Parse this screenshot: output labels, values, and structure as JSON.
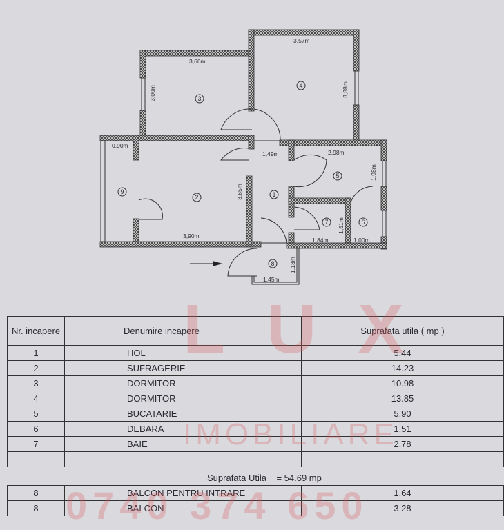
{
  "plan": {
    "dims": [
      "3,66m",
      "3,57m",
      "3,00m",
      "3,88m",
      "0,90m",
      "1,49m",
      "2,98m",
      "3,65m",
      "1,98m",
      "1,51m",
      "3,90m",
      "1,84m",
      "1,00m",
      "1,45m",
      "1,13m"
    ],
    "rooms": [
      "1",
      "2",
      "3",
      "4",
      "5",
      "6",
      "7",
      "8",
      "9"
    ]
  },
  "table": {
    "headers": [
      "Nr. incapere",
      "Denumire incapere",
      "Suprafata utila ( mp )"
    ],
    "rows": [
      {
        "nr": "1",
        "name": "HOL",
        "area": "5.44"
      },
      {
        "nr": "2",
        "name": "SUFRAGERIE",
        "area": "14.23"
      },
      {
        "nr": "3",
        "name": "DORMITOR",
        "area": "10.98"
      },
      {
        "nr": "4",
        "name": "DORMITOR",
        "area": "13.85"
      },
      {
        "nr": "5",
        "name": "BUCATARIE",
        "area": "5.90"
      },
      {
        "nr": "6",
        "name": "DEBARA",
        "area": "1.51"
      },
      {
        "nr": "7",
        "name": "BAIE",
        "area": "2.78"
      }
    ],
    "total_label": "Suprafata Utila",
    "total_value": "= 54.69 mp",
    "balconies": [
      {
        "nr": "8",
        "name": "BALCON PENTRU INTRARE",
        "area": "1.64"
      },
      {
        "nr": "8",
        "name": "BALCON",
        "area": "3.28"
      }
    ]
  },
  "watermark": {
    "brand": "LUX",
    "sub": "IMOBILIARE",
    "phone": "0740 374 650"
  }
}
